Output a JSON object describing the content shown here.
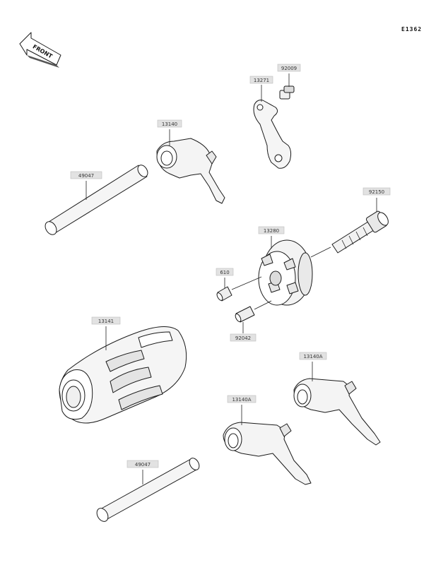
{
  "diagram": {
    "reference_code": "E1362",
    "front_label": "FRONT",
    "part_labels": [
      {
        "id": "label-92009",
        "text": "92009"
      },
      {
        "id": "label-13271",
        "text": "13271"
      },
      {
        "id": "label-13140",
        "text": "13140"
      },
      {
        "id": "label-49047-top",
        "text": "49047"
      },
      {
        "id": "label-92150",
        "text": "92150"
      },
      {
        "id": "label-13280",
        "text": "13280"
      },
      {
        "id": "label-610",
        "text": "610"
      },
      {
        "id": "label-92042",
        "text": "92042"
      },
      {
        "id": "label-13141",
        "text": "13141"
      },
      {
        "id": "label-13140A-right",
        "text": "13140A"
      },
      {
        "id": "label-13140A-left",
        "text": "13140A"
      },
      {
        "id": "label-49047-bottom",
        "text": "49047"
      }
    ]
  }
}
